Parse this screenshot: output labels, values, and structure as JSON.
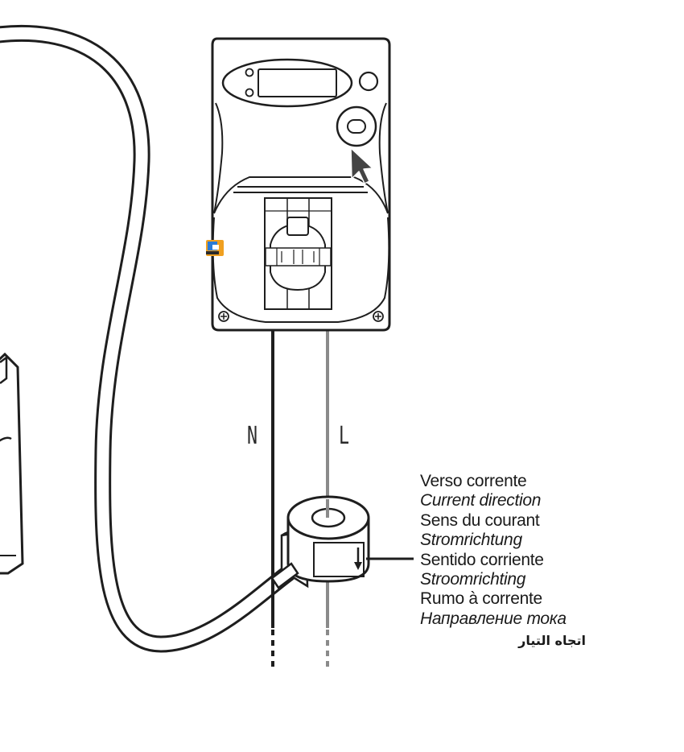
{
  "diagram": {
    "wire_labels": {
      "neutral": "N",
      "line": "L"
    },
    "current_direction_legend": [
      {
        "text": "Verso corrente",
        "style": "regular"
      },
      {
        "text": "Current direction",
        "style": "italic"
      },
      {
        "text": "Sens du courant",
        "style": "regular"
      },
      {
        "text": "Stromrichtung",
        "style": "italic"
      },
      {
        "text": "Sentido corriente",
        "style": "regular"
      },
      {
        "text": "Stroomrichting",
        "style": "italic"
      },
      {
        "text": "Rumo à corrente",
        "style": "regular"
      },
      {
        "text": "Направление тока",
        "style": "italic"
      },
      {
        "text": "اتجاه التيار",
        "style": "arabic"
      }
    ],
    "icons": [
      "energy-meter-icon",
      "display-window-icon",
      "led-indicator-icon",
      "push-button-icon",
      "cursor-arrow-icon",
      "circuit-breaker-icon",
      "screw-icon",
      "current-clamp-icon",
      "direction-arrow-icon",
      "gateway-device-icon",
      "app-badge-icon"
    ],
    "colors": {
      "stroke": "#1e1e1e",
      "neutral_wire": "#1e1e1e",
      "line_wire": "#8a8a8a",
      "background": "#ffffff"
    }
  }
}
